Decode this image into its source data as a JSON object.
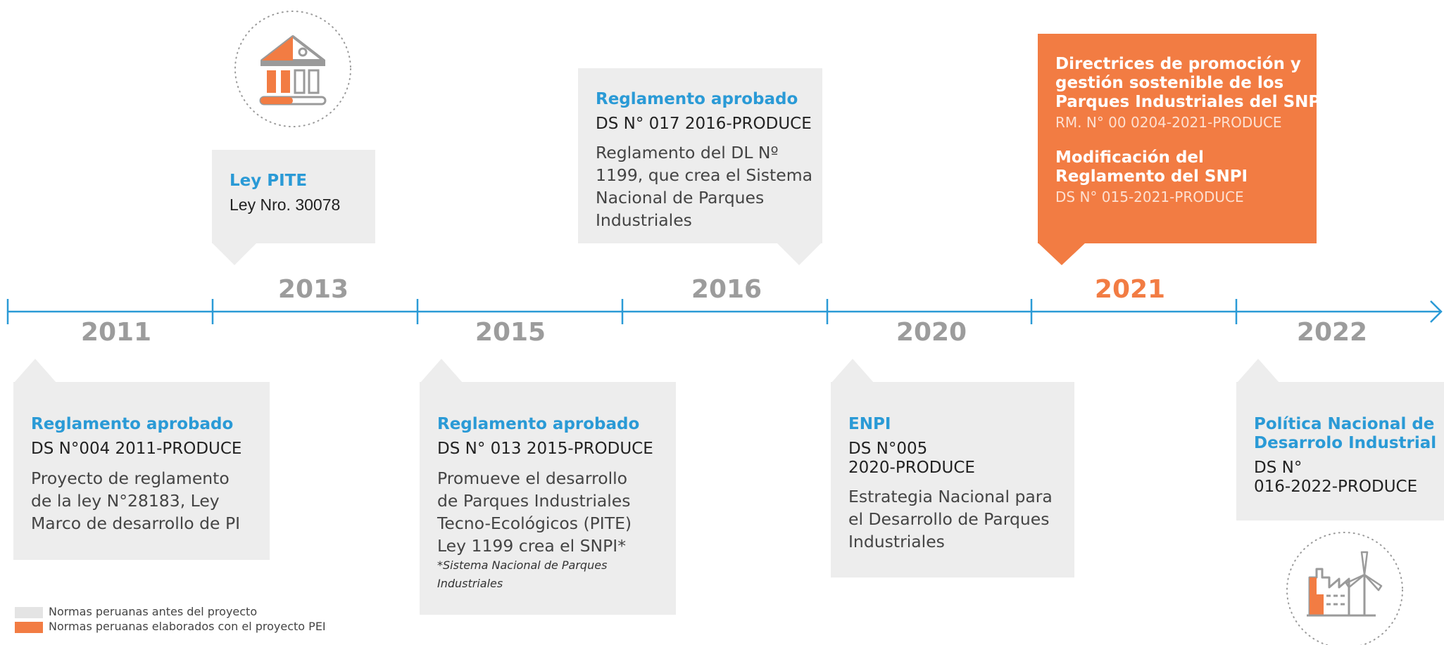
{
  "colors": {
    "axis": "#2a9ad6",
    "highlight": "#f27c43",
    "box_gray": "#ededed",
    "year_gray": "#9c9c9c"
  },
  "icons": [
    "bank-building-icon",
    "factory-windturbine-icon"
  ],
  "years": [
    "2011",
    "2013",
    "2015",
    "2016",
    "2020",
    "2021",
    "2022"
  ],
  "highlight_year": "2021",
  "milestones": {
    "y2011": {
      "title": "Reglamento aprobado",
      "code": "DS N°004 2011-PRODUCE",
      "desc": [
        "Proyecto de reglamento",
        "de la ley N°28183, Ley",
        "Marco de desarrollo de PI"
      ]
    },
    "y2013": {
      "title": "Ley PITE",
      "code": "Ley Nro. 30078"
    },
    "y2015": {
      "title": "Reglamento aprobado",
      "code": "DS N° 013 2015-PRODUCE",
      "desc": [
        "Promueve el desarrollo",
        "de Parques Industriales",
        "Tecno-Ecológicos (PITE)",
        "Ley 1199 crea el SNPI*"
      ],
      "note": [
        "*Sistema Nacional de Parques",
        "Industriales"
      ]
    },
    "y2016": {
      "title": "Reglamento aprobado",
      "code": "DS N° 017 2016-PRODUCE",
      "desc": [
        "Reglamento del DL Nº",
        "1199, que crea el Sistema",
        "Nacional de Parques",
        "Industriales"
      ]
    },
    "y2020": {
      "title": "ENPI",
      "code": [
        "DS N°005",
        "2020-PRODUCE"
      ],
      "desc": [
        "Estrategia Nacional para",
        "el Desarrollo de Parques",
        "Industriales"
      ]
    },
    "y2021": {
      "title1": [
        "Directrices de promoción y",
        "gestión sostenible de los",
        "Parques Industriales del SNPI"
      ],
      "code1": "RM. N° 00 0204-2021-PRODUCE",
      "title2": [
        "Modificación del",
        "Reglamento del SNPI"
      ],
      "code2": "DS N° 015-2021-PRODUCE"
    },
    "y2022": {
      "title": [
        "Política Nacional de",
        "Desarrolo Industrial"
      ],
      "code": [
        "DS N°",
        "016-2022-PRODUCE"
      ]
    }
  },
  "legend": [
    {
      "label": "Normas peruanas antes del proyecto",
      "color": "#e4e4e4"
    },
    {
      "label": "Normas peruanas elaborados con el proyecto PEI",
      "color": "#f27c43"
    }
  ]
}
